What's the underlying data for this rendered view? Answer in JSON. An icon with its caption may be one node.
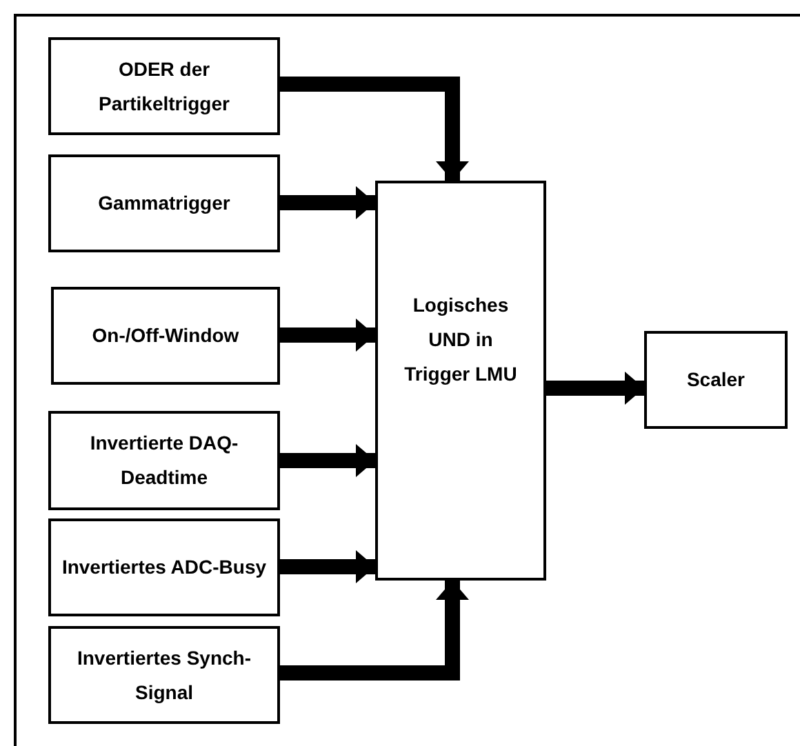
{
  "diagram": {
    "nodes": [
      {
        "text": [
          "ODER der Partikeltrigger"
        ]
      },
      {
        "text": [
          "Gammatrigger"
        ]
      },
      {
        "text": [
          "On-/Off-Window"
        ]
      },
      {
        "text": [
          "Invertierte DAQ-Deadtime"
        ]
      },
      {
        "text": [
          "Invertiertes ADC-Busy"
        ]
      },
      {
        "text": [
          "Invertiertes Synch-Signal"
        ]
      },
      {
        "text": [
          "Logisches UND in Trigger LMU"
        ]
      },
      {
        "text": [
          "Scaler"
        ]
      }
    ],
    "edges": [
      {
        "from": 0,
        "to": 6,
        "arrow": "to"
      },
      {
        "from": 1,
        "to": 6,
        "arrow": "to"
      },
      {
        "from": 2,
        "to": 6,
        "arrow": "to"
      },
      {
        "from": 3,
        "to": 6,
        "arrow": "to"
      },
      {
        "from": 4,
        "to": 6,
        "arrow": "to"
      },
      {
        "from": 5,
        "to": 6,
        "arrow": "to"
      },
      {
        "from": 6,
        "to": 7,
        "arrow": "to"
      }
    ]
  }
}
